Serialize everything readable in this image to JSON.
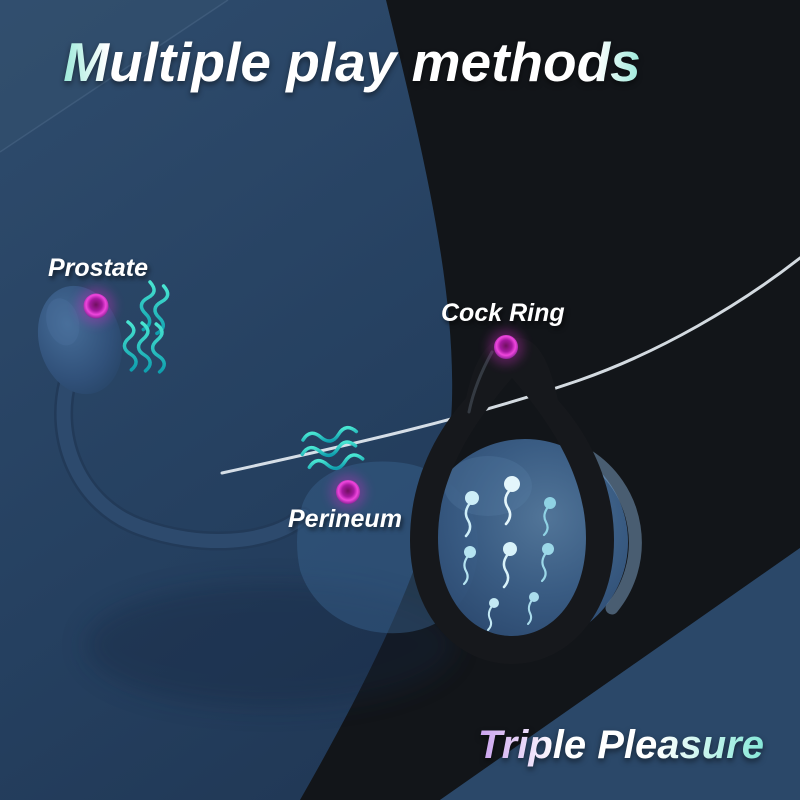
{
  "page": {
    "title": "Multiple play methods",
    "footer": "Triple Pleasure"
  },
  "callouts": {
    "prostate": {
      "label": "Prostate"
    },
    "cock_ring": {
      "label": "Cock Ring"
    },
    "perineum": {
      "label": "Perineum"
    }
  },
  "icons": {
    "glow_dot": "magenta glowing vibration point",
    "vibration_waves": "teal wavy vibration lines",
    "sperm": "light blue sperm glyphs inside translucent sphere"
  },
  "colors": {
    "background_navy": "#2a4563",
    "dark_panel": "#121519",
    "accent_magenta": "#d82fc8",
    "accent_teal": "#2fd1c4",
    "fringe_purple": "#c9a0ee",
    "fringe_teal": "#86e8d8",
    "sperm_blue": "#cdeef8",
    "highlight_line": "#e9eff6"
  }
}
